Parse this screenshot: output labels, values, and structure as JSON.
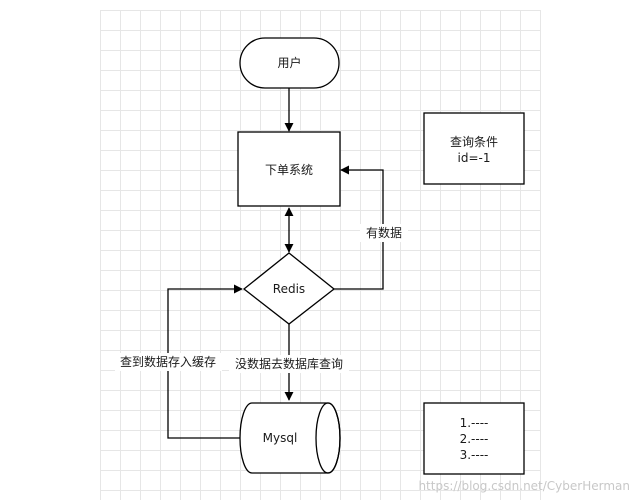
{
  "nodes": {
    "user": "用户",
    "order_system": "下单系统",
    "redis": "Redis",
    "mysql": "Mysql",
    "query_condition": [
      "查询条件",
      "id=-1"
    ],
    "list": [
      "1.----",
      "2.----",
      "3.----"
    ]
  },
  "edges": {
    "has_data": "有数据",
    "no_data": "没数据去数据库查询",
    "cache_back": "查到数据存入缓存"
  },
  "watermark": "https://blog.csdn.net/CyberHerman"
}
